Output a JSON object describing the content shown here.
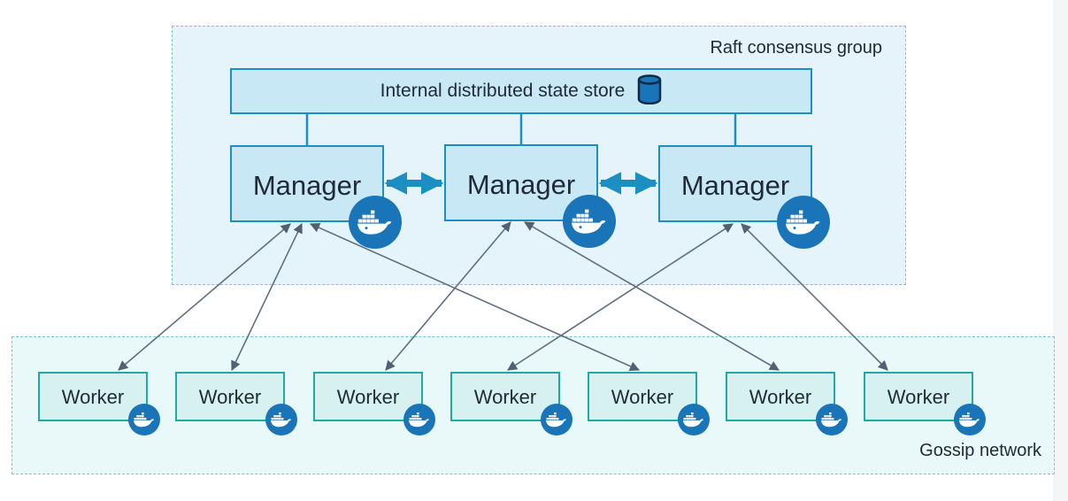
{
  "diagram": {
    "raft_group_label": "Raft consensus group",
    "gossip_network_label": "Gossip network",
    "state_store_label": "Internal distributed state store",
    "managers": [
      {
        "label": "Manager"
      },
      {
        "label": "Manager"
      },
      {
        "label": "Manager"
      }
    ],
    "workers": [
      {
        "label": "Worker"
      },
      {
        "label": "Worker"
      },
      {
        "label": "Worker"
      },
      {
        "label": "Worker"
      },
      {
        "label": "Worker"
      },
      {
        "label": "Worker"
      },
      {
        "label": "Worker"
      }
    ]
  },
  "colors": {
    "manager_border": "#1b8ec2",
    "manager_fill": "#c8e8f6",
    "worker_border": "#1fa9a4",
    "worker_fill": "#d6f1ef",
    "docker_badge": "#1a74b8",
    "connector": "#5e7182"
  },
  "icons": [
    "database-icon",
    "docker-whale-icon"
  ]
}
